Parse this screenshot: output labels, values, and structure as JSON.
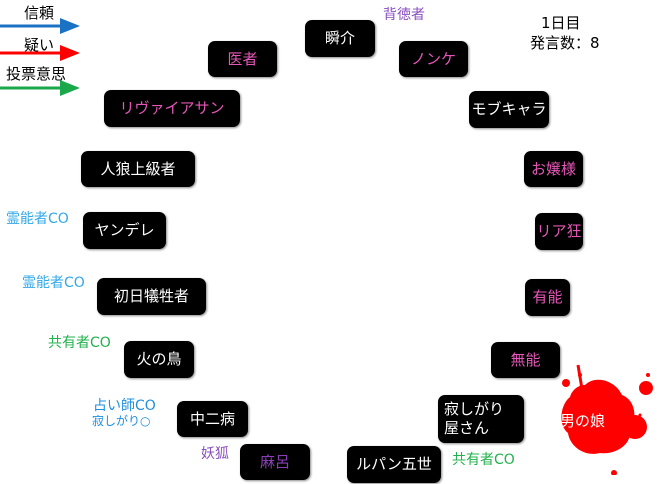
{
  "legend": [
    {
      "label": "信頼",
      "color": "#1a72c4"
    },
    {
      "label": "疑い",
      "color": "#ff0000"
    },
    {
      "label": "投票意思",
      "color": "#1aa84c"
    }
  ],
  "status": {
    "day": "1日目",
    "posts": "発言数：8"
  },
  "players": [
    {
      "name": "瞬介",
      "state": "alive"
    },
    {
      "name": "医者",
      "state": "dead"
    },
    {
      "name": "ノンケ",
      "state": "dead"
    },
    {
      "name": "リヴァイアサン",
      "state": "dead"
    },
    {
      "name": "モブキャラ",
      "state": "alive"
    },
    {
      "name": "人狼上級者",
      "state": "alive"
    },
    {
      "name": "お嬢様",
      "state": "dead"
    },
    {
      "name": "ヤンデレ",
      "state": "alive"
    },
    {
      "name": "リア狂",
      "state": "dead"
    },
    {
      "name": "初日犠牲者",
      "state": "alive"
    },
    {
      "name": "有能",
      "state": "dead"
    },
    {
      "name": "火の鳥",
      "state": "alive"
    },
    {
      "name": "無能",
      "state": "dead"
    },
    {
      "name": "中二病",
      "state": "alive"
    },
    {
      "name": "寂しがり屋さん",
      "state": "alive"
    },
    {
      "name": "麻呂",
      "state": "fox"
    },
    {
      "name": "ルパン五世",
      "state": "alive"
    },
    {
      "name": "男の娘",
      "state": "killed"
    }
  ],
  "annotations": {
    "haitoku": "背徳者",
    "reinou1": "霊能者CO",
    "reinou2": "霊能者CO",
    "kyouyu1": "共有者CO",
    "uranai": "占い師CO",
    "uranai_result": "寂しがり○",
    "youko": "妖狐",
    "kyouyu2": "共有者CO"
  }
}
